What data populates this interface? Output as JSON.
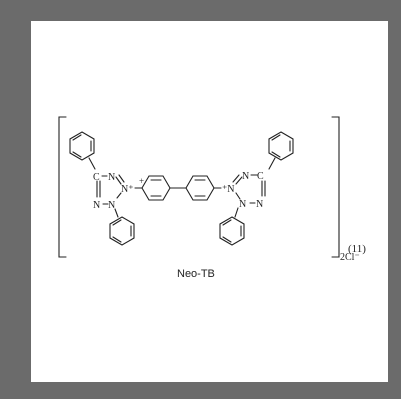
{
  "figure": {
    "compound_name": "Neo-TB",
    "counter_ion": "2Cl⁻",
    "equation_number": "(11)",
    "atoms": {
      "c": "C",
      "n": "N",
      "n_plus": "N⁺",
      "plus": "+",
      "plus_n": "⁺N"
    }
  },
  "colors": {
    "frame": "#6b6b6b",
    "paper": "#ffffff",
    "ink": "#222222"
  }
}
